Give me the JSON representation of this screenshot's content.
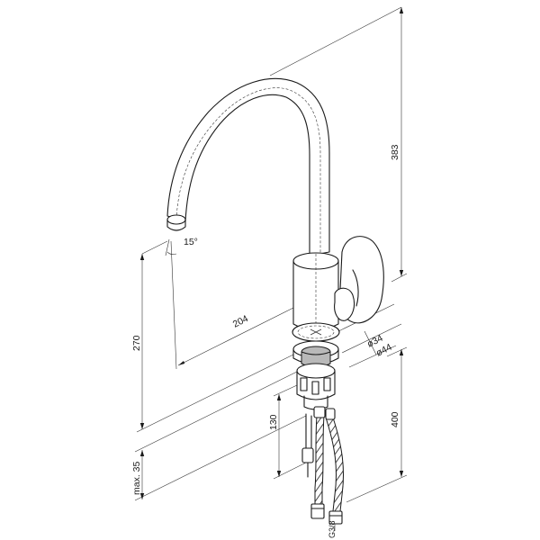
{
  "dimensions": {
    "spout_angle": "15°",
    "reach": "204",
    "total_height": "383",
    "spout_height": "270",
    "body_diameter_inner": "ø34",
    "body_diameter_outer": "ø44",
    "shank_length": "130",
    "hose_length": "400",
    "max_thickness": "max. 35",
    "thread": "G3/8"
  },
  "colors": {
    "line": "#1a1a1a",
    "fill_gray": "#b9b9b9",
    "background": "#ffffff"
  }
}
